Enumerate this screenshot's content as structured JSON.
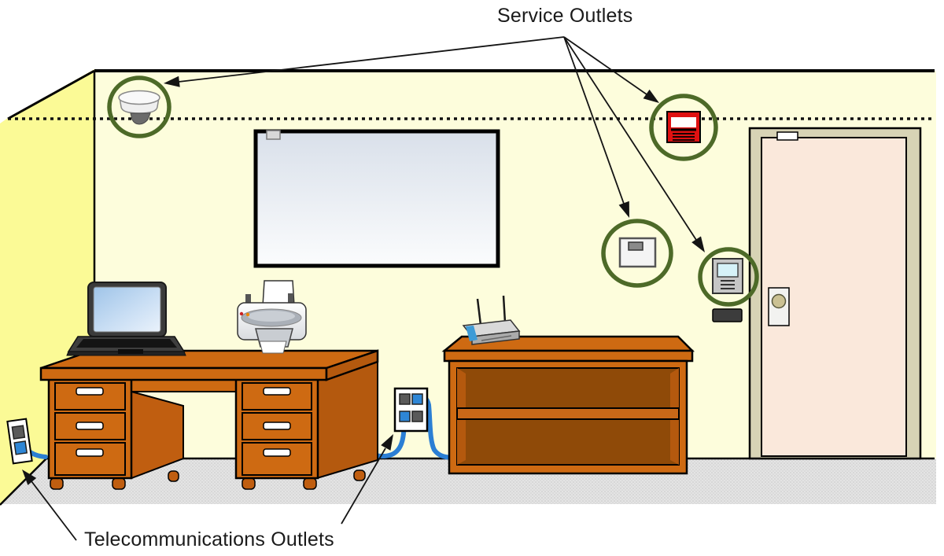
{
  "diagram": {
    "title_visible_text": [
      "Service Outlets",
      "Telecommunications Outlets"
    ],
    "labels": {
      "service_outlets": "Service Outlets",
      "telecommunications_outlets": "Telecommunications Outlets"
    },
    "callouts": {
      "service_outlets_points_to": [
        "smoke-detector",
        "fire-alarm-pull-station",
        "thermostat",
        "card-reader"
      ],
      "telecommunications_outlets_points_to": [
        "left-wall-telecom-outlet",
        "credenza-wall-telecom-outlet"
      ]
    },
    "scene": {
      "room": "office interior with back wall, left side wall, dotted ceiling reference line, gray floor strip",
      "furniture": [
        "desk-with-drawers",
        "laptop",
        "printer",
        "credenza-bookcase",
        "wireless-router",
        "whiteboard",
        "door"
      ],
      "devices_circled_green": [
        "smoke-detector",
        "fire-alarm-pull-station",
        "thermostat",
        "card-reader"
      ],
      "telecom_outlets": [
        "left-wall-telecom-outlet",
        "credenza-wall-telecom-outlet"
      ],
      "cables": "blue network cables from telecom outlets running along floor"
    },
    "colors": {
      "wall_main": "#FDFDDC",
      "wall_side": "#FBFA96",
      "floor_base": "#E4E4E4",
      "floor_dot": "#C8C8C8",
      "highlight_green": "#4D6A28",
      "desk_wood": "#CE6A12",
      "desk_wood_dark": "#B4590E",
      "desk_wood_side": "#C05E10",
      "cabinet_interior": "#8F4A08",
      "cabinet_shelf": "#C96818",
      "door_frame": "#D7D3B5",
      "door_panel": "#FAE8DB",
      "alarm_red": "#E01111",
      "cable_blue": "#2B7FD4",
      "outlet_port_blue": "#2E86D6",
      "outlet_port_gray": "#5A5A5A",
      "whiteboard_top": "#D9E0EA",
      "whiteboard_bottom": "#FBFCFD",
      "outline": "#000000",
      "label_text": "#1A1A1A"
    }
  }
}
